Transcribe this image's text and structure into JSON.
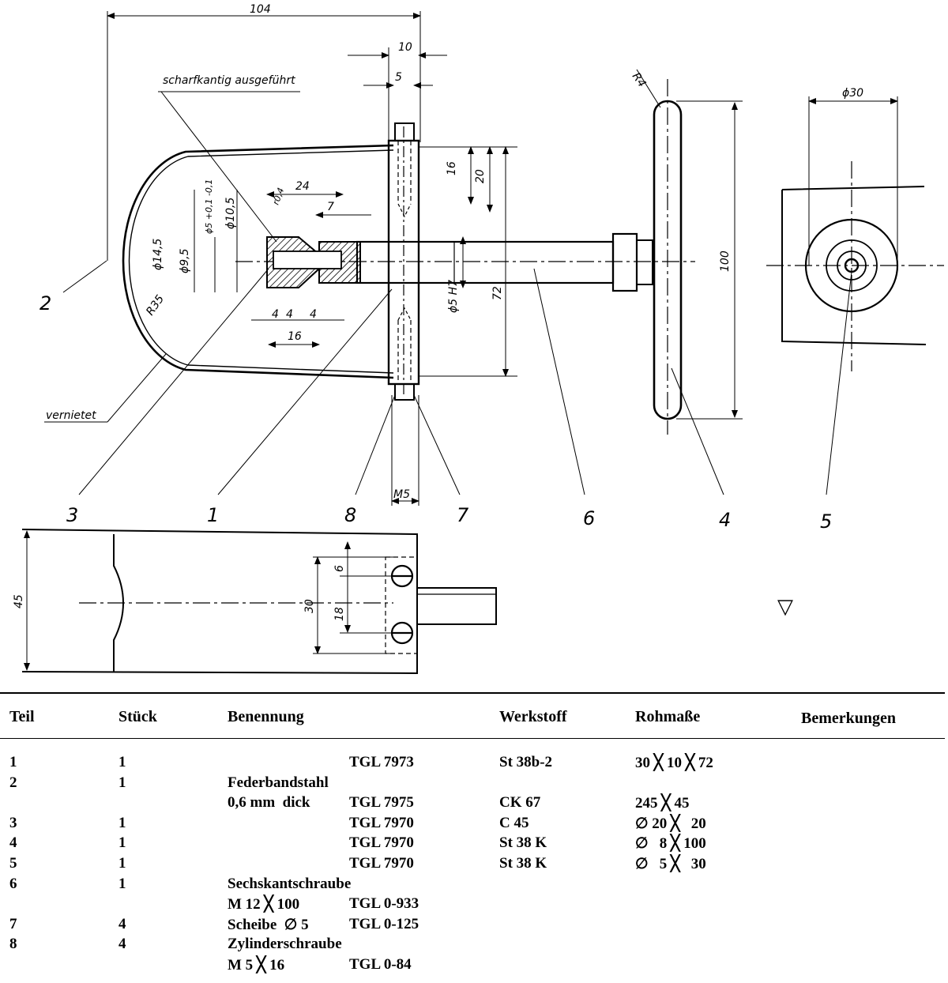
{
  "drawing": {
    "dims": {
      "d104": "104",
      "d10": "10",
      "d5": "5",
      "d24": "24",
      "d7": "7",
      "d16a": "16",
      "d20": "20",
      "d100": "100",
      "d72": "72",
      "d30": "ϕ30",
      "r4": "R4",
      "r35": "R35",
      "phi5tol": "ϕ5 +0,1 -0,1",
      "phi105": "ϕ10,5",
      "phi145": "ϕ14,5",
      "phi95": "ϕ9,5",
      "phi5h7": "ϕ5 H7",
      "d4a": "4",
      "d4b": "4",
      "d4c": "4",
      "d16b": "16",
      "m5": "M5",
      "d45": "45",
      "d30b": "30",
      "d6": "6",
      "d18": "18",
      "r04": "r0,4"
    },
    "notes": {
      "sharp": "scharfkantig ausgeführt",
      "riveted": "vernietet"
    },
    "part_labels": [
      "1",
      "2",
      "3",
      "4",
      "5",
      "6",
      "7",
      "8"
    ],
    "surface_symbol": "▽"
  },
  "table": {
    "headers": [
      "Teil",
      "Stück",
      "Benennung",
      "Werkstoff",
      "Rohmaße",
      "Bemerkungen"
    ],
    "rows": [
      {
        "teil": "1",
        "stueck": "1",
        "benennung": "",
        "norm": "TGL 7973",
        "werkstoff": "St 38b-2",
        "rohmasse": "30 ╳ 10 ╳ 72"
      },
      {
        "teil": "2",
        "stueck": "1",
        "benennung": "Federbandstahl",
        "norm": "",
        "werkstoff": "",
        "rohmasse": ""
      },
      {
        "teil": "",
        "stueck": "",
        "benennung": "0,6 mm  dick",
        "norm": "TGL 7975",
        "werkstoff": "CK 67",
        "rohmasse": "245 ╳ 45"
      },
      {
        "teil": "3",
        "stueck": "1",
        "benennung": "",
        "norm": "TGL 7970",
        "werkstoff": "C 45",
        "rohmasse": "∅ 20 ╳   20"
      },
      {
        "teil": "4",
        "stueck": "1",
        "benennung": "",
        "norm": "TGL 7970",
        "werkstoff": "St 38 K",
        "rohmasse": "∅   8 ╳ 100"
      },
      {
        "teil": "5",
        "stueck": "1",
        "benennung": "",
        "norm": "TGL 7970",
        "werkstoff": "St 38 K",
        "rohmasse": "∅   5 ╳   30"
      },
      {
        "teil": "6",
        "stueck": "1",
        "benennung": "Sechskantschraube",
        "norm": "",
        "werkstoff": "",
        "rohmasse": ""
      },
      {
        "teil": "",
        "stueck": "",
        "benennung": "M 12 ╳ 100",
        "norm": "TGL 0-933",
        "werkstoff": "",
        "rohmasse": ""
      },
      {
        "teil": "7",
        "stueck": "4",
        "benennung": "Scheibe  ∅ 5",
        "norm": "TGL 0-125",
        "werkstoff": "",
        "rohmasse": ""
      },
      {
        "teil": "8",
        "stueck": "4",
        "benennung": "Zylinderschraube",
        "norm": "",
        "werkstoff": "",
        "rohmasse": ""
      },
      {
        "teil": "",
        "stueck": "",
        "benennung": "M 5 ╳ 16",
        "norm": "TGL 0-84",
        "werkstoff": "",
        "rohmasse": ""
      }
    ]
  }
}
